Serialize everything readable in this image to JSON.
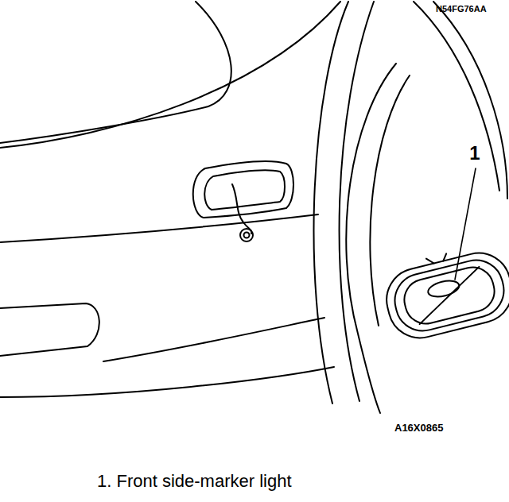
{
  "diagram": {
    "labels": [
      "N54FG76AA",
      "1",
      "A16X0865",
      "1. Front side-marker light"
    ]
  }
}
